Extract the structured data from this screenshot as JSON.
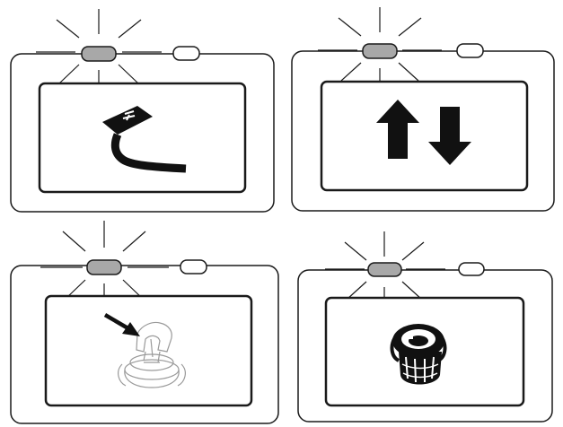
{
  "panels": [
    {
      "id": "panel-1",
      "indicator_lit": true,
      "icon": "service-plug-icon"
    },
    {
      "id": "panel-2",
      "indicator_lit": true,
      "icon": "up-down-arrows-icon"
    },
    {
      "id": "panel-3",
      "indicator_lit": true,
      "icon": "ignition-key-icon"
    },
    {
      "id": "panel-4",
      "indicator_lit": true,
      "icon": "fuel-cap-icon"
    }
  ],
  "colors": {
    "outline": "#1a1a1a",
    "lit_led_fill": "#a8a8a8",
    "unlit_led_fill": "#ffffff",
    "icon_fill": "#111111",
    "faded_icon": "#9a9a9a"
  }
}
